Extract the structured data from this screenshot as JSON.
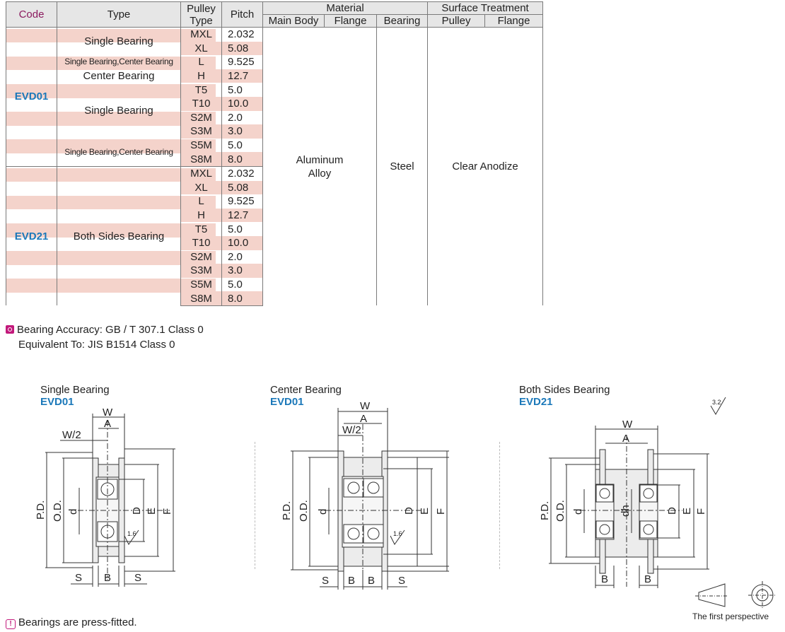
{
  "table": {
    "headers": {
      "code": "Code",
      "type": "Type",
      "pulley_type": [
        "Pulley",
        "Type"
      ],
      "pitch": "Pitch",
      "material": "Material",
      "main_body": "Main Body",
      "flange": "Flange",
      "bearing": "Bearing",
      "surface_treatment": "Surface Treatment",
      "pulley": "Pulley",
      "flange2": "Flange"
    },
    "evd01": {
      "code": "EVD01",
      "types": [
        "Single Bearing",
        "Single Bearing,Center Bearing",
        "Center Bearing",
        "Single Bearing",
        "Single Bearing,Center Bearing"
      ],
      "rows": [
        {
          "ptype": "MXL",
          "pitch": "2.032"
        },
        {
          "ptype": "XL",
          "pitch": "5.08"
        },
        {
          "ptype": "L",
          "pitch": "9.525"
        },
        {
          "ptype": "H",
          "pitch": "12.7"
        },
        {
          "ptype": "T5",
          "pitch": "5.0"
        },
        {
          "ptype": "T10",
          "pitch": "10.0"
        },
        {
          "ptype": "S2M",
          "pitch": "2.0"
        },
        {
          "ptype": "S3M",
          "pitch": "3.0"
        },
        {
          "ptype": "S5M",
          "pitch": "5.0"
        },
        {
          "ptype": "S8M",
          "pitch": "8.0"
        }
      ]
    },
    "evd21": {
      "code": "EVD21",
      "type": "Both Sides Bearing",
      "rows": [
        {
          "ptype": "MXL",
          "pitch": "2.032"
        },
        {
          "ptype": "XL",
          "pitch": "5.08"
        },
        {
          "ptype": "L",
          "pitch": "9.525"
        },
        {
          "ptype": "H",
          "pitch": "12.7"
        },
        {
          "ptype": "T5",
          "pitch": "5.0"
        },
        {
          "ptype": "T10",
          "pitch": "10.0"
        },
        {
          "ptype": "S2M",
          "pitch": "2.0"
        },
        {
          "ptype": "S3M",
          "pitch": "3.0"
        },
        {
          "ptype": "S5M",
          "pitch": "5.0"
        },
        {
          "ptype": "S8M",
          "pitch": "8.0"
        }
      ]
    },
    "material_main_body": [
      "Aluminum",
      "Alloy"
    ],
    "material_bearing": "Steel",
    "surface": "Clear Anodize"
  },
  "notes": {
    "accuracy": "Bearing Accuracy:  GB / T 307.1 Class 0",
    "equivalent": "Equivalent To:  JIS B1514 Class 0",
    "press_fit": "Bearings are press-fitted."
  },
  "diagrams": {
    "single": {
      "title": "Single Bearing",
      "code": "EVD01"
    },
    "center": {
      "title": "Center Bearing",
      "code": "EVD01"
    },
    "both": {
      "title": "Both Sides Bearing",
      "code": "EVD21"
    },
    "labels": {
      "W": "W",
      "A": "A",
      "W2": "W/2",
      "PD": "P.D.",
      "OD": "O.D.",
      "d": "d",
      "D": "D",
      "E": "E",
      "F": "F",
      "S": "S",
      "B": "B",
      "dh": "dh",
      "rough": "1.6",
      "rough2": "3.2"
    },
    "perspective": "The first perspective"
  },
  "colors": {
    "band": "#f4d3cb",
    "code": "#1b78b9",
    "accent": "#c2197b"
  }
}
